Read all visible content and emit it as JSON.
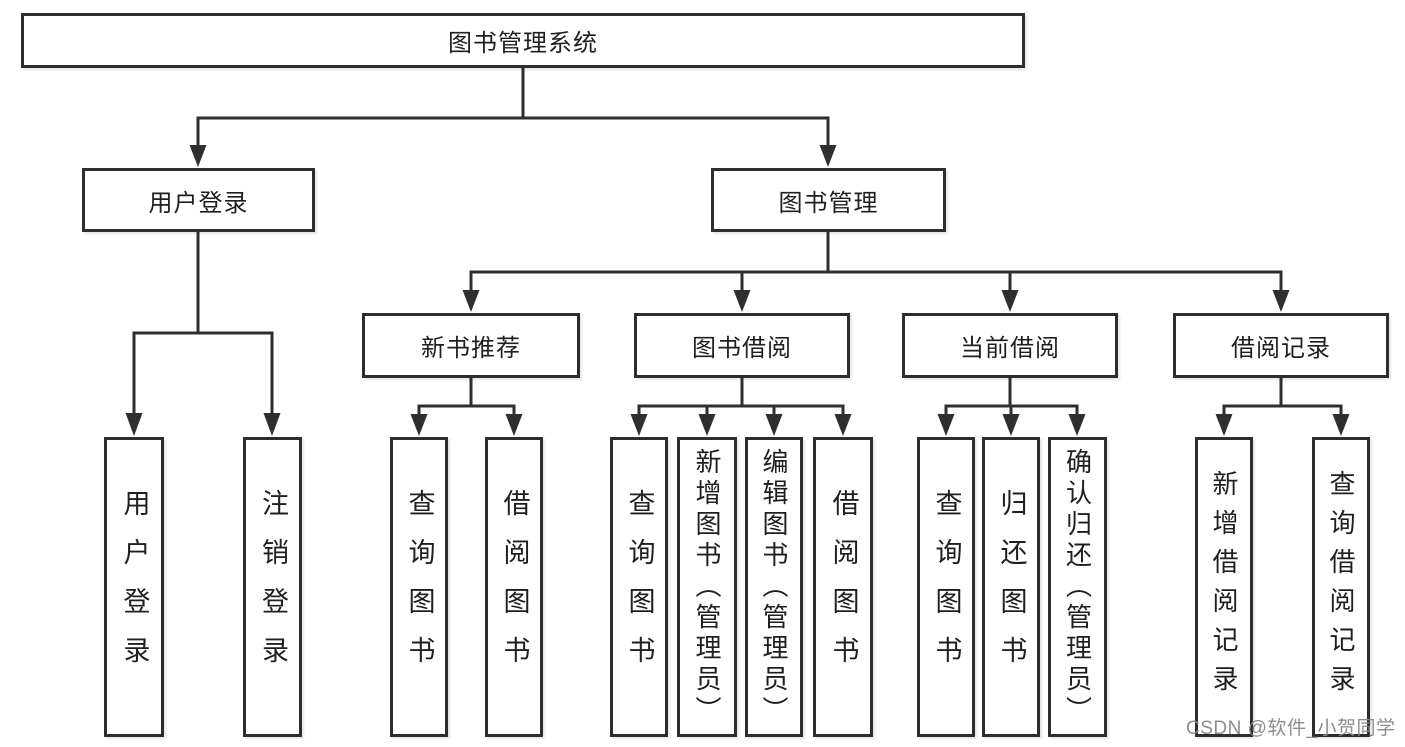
{
  "tree": {
    "root": "图书管理系统",
    "branches": [
      {
        "label": "用户登录",
        "children": [
          {
            "label": "用户登录"
          },
          {
            "label": "注销登录"
          }
        ]
      },
      {
        "label": "图书管理",
        "children": [
          {
            "label": "新书推荐",
            "children": [
              {
                "label": "查询图书"
              },
              {
                "label": "借阅图书"
              }
            ]
          },
          {
            "label": "图书借阅",
            "children": [
              {
                "label": "查询图书"
              },
              {
                "label": "新增图书（管理员）"
              },
              {
                "label": "编辑图书（管理员）"
              },
              {
                "label": "借阅图书"
              }
            ]
          },
          {
            "label": "当前借阅",
            "children": [
              {
                "label": "查询图书"
              },
              {
                "label": "归还图书"
              },
              {
                "label": "确认归还（管理员）"
              }
            ]
          },
          {
            "label": "借阅记录",
            "children": [
              {
                "label": "新增借阅记录"
              },
              {
                "label": "查询借阅记录"
              }
            ]
          }
        ]
      }
    ]
  },
  "watermark": "CSDN @软件_小贺同学",
  "colors": {
    "line": "#2f2f2f",
    "border": "#2d2d2d",
    "text": "#1f1f1f",
    "watermark": "#878787",
    "background": "#ffffff"
  }
}
